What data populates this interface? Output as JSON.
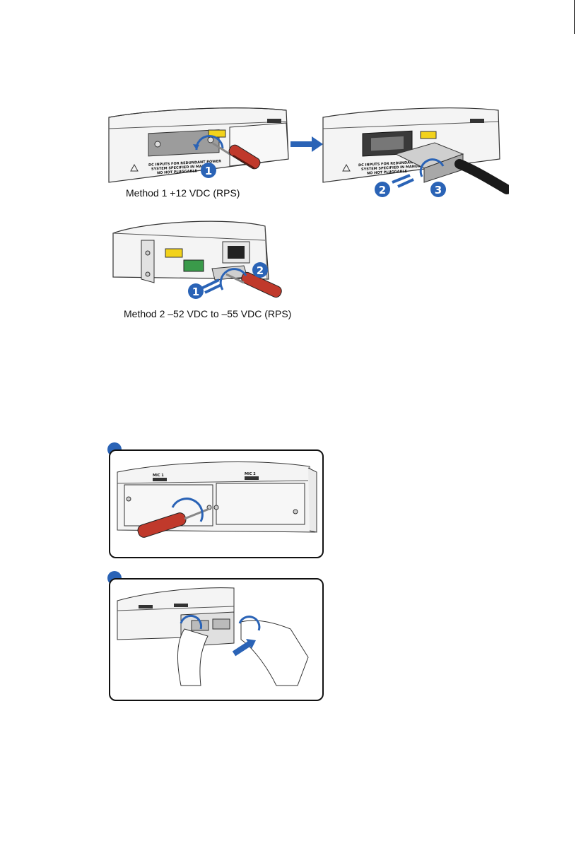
{
  "captions": {
    "method1": "Method 1  +12 VDC (RPS)",
    "method2": "Method 2  –52 VDC to –55 VDC (RPS)"
  },
  "labels": {
    "rps_warning_line1": "DC INPUTS FOR REDUNDANT POWER",
    "rps_warning_line2": "SYSTEM SPECIFIED IN MANUAL",
    "rps_warning_line3": "NO HOT PLUGGABLE",
    "slot1": "MIC 1",
    "slot2": "MIC 2"
  },
  "steps": {
    "m1_step1": "1",
    "m1_step2": "2",
    "m1_step3": "3",
    "m2_step1": "1",
    "m2_step2": "2"
  },
  "colors": {
    "accent_blue": "#2a63b6",
    "screwdriver_red": "#c0392b",
    "warning_yellow": "#f2d21b",
    "terminal_green": "#3a9a4a",
    "chassis_gray": "#f0f0f0"
  }
}
